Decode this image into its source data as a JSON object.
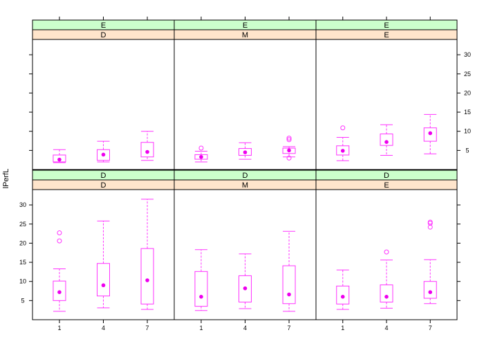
{
  "chart_data": {
    "type": "box",
    "ylabel": "lPerfL",
    "x_categories": [
      "1",
      "4",
      "7"
    ],
    "y_ticks": [
      5,
      10,
      15,
      20,
      25,
      30
    ],
    "ylim": [
      0,
      34
    ],
    "colors": {
      "box": "#ff33ff",
      "median_dot": "#ee00ee",
      "outer_strip": "#ccffcc",
      "inner_strip": "#ffe5cc"
    },
    "panels": [
      {
        "row": "top",
        "col": 1,
        "strip_outer": "E",
        "strip_inner": "D",
        "boxes": [
          {
            "x": "1",
            "low": 1.8,
            "q1": 2.0,
            "median": 2.6,
            "q3": 3.8,
            "high": 5.2,
            "outliers": []
          },
          {
            "x": "4",
            "low": 2.0,
            "q1": 2.4,
            "median": 3.9,
            "q3": 5.2,
            "high": 7.4,
            "outliers": []
          },
          {
            "x": "7",
            "low": 2.4,
            "q1": 3.3,
            "median": 4.6,
            "q3": 7.1,
            "high": 10.0,
            "outliers": []
          }
        ]
      },
      {
        "row": "top",
        "col": 2,
        "strip_outer": "E",
        "strip_inner": "M",
        "boxes": [
          {
            "x": "1",
            "low": 2.0,
            "q1": 2.7,
            "median": 3.3,
            "q3": 3.9,
            "high": 4.8,
            "outliers": [
              5.6
            ]
          },
          {
            "x": "4",
            "low": 2.7,
            "q1": 3.7,
            "median": 4.5,
            "q3": 5.5,
            "high": 7.0,
            "outliers": []
          },
          {
            "x": "7",
            "low": 3.3,
            "q1": 4.2,
            "median": 5.0,
            "q3": 5.6,
            "high": 6.0,
            "outliers": [
              3.0,
              7.8,
              8.2
            ]
          }
        ]
      },
      {
        "row": "top",
        "col": 3,
        "strip_outer": "E",
        "strip_inner": "E",
        "boxes": [
          {
            "x": "1",
            "low": 2.3,
            "q1": 3.8,
            "median": 4.9,
            "q3": 6.2,
            "high": 8.4,
            "outliers": [
              10.9
            ]
          },
          {
            "x": "4",
            "low": 3.7,
            "q1": 6.3,
            "median": 7.2,
            "q3": 9.3,
            "high": 11.7,
            "outliers": []
          },
          {
            "x": "7",
            "low": 4.1,
            "q1": 7.4,
            "median": 9.5,
            "q3": 10.9,
            "high": 14.4,
            "outliers": []
          }
        ]
      },
      {
        "row": "bottom",
        "col": 1,
        "strip_outer": "D",
        "strip_inner": "D",
        "boxes": [
          {
            "x": "1",
            "low": 2.2,
            "q1": 5.0,
            "median": 7.2,
            "q3": 10.1,
            "high": 13.3,
            "outliers": [
              20.6,
              22.7
            ]
          },
          {
            "x": "4",
            "low": 3.1,
            "q1": 6.2,
            "median": 9.0,
            "q3": 14.7,
            "high": 25.8,
            "outliers": []
          },
          {
            "x": "7",
            "low": 2.7,
            "q1": 4.1,
            "median": 10.3,
            "q3": 18.6,
            "high": 31.5,
            "outliers": []
          }
        ]
      },
      {
        "row": "bottom",
        "col": 2,
        "strip_outer": "D",
        "strip_inner": "M",
        "boxes": [
          {
            "x": "1",
            "low": 2.4,
            "q1": 3.5,
            "median": 6.0,
            "q3": 12.6,
            "high": 18.3,
            "outliers": []
          },
          {
            "x": "4",
            "low": 2.9,
            "q1": 4.6,
            "median": 8.2,
            "q3": 11.5,
            "high": 17.2,
            "outliers": []
          },
          {
            "x": "7",
            "low": 2.2,
            "q1": 4.2,
            "median": 6.6,
            "q3": 14.1,
            "high": 23.1,
            "outliers": []
          }
        ]
      },
      {
        "row": "bottom",
        "col": 3,
        "strip_outer": "D",
        "strip_inner": "E",
        "boxes": [
          {
            "x": "1",
            "low": 2.7,
            "q1": 4.1,
            "median": 6.0,
            "q3": 8.8,
            "high": 13.0,
            "outliers": []
          },
          {
            "x": "4",
            "low": 3.0,
            "q1": 4.6,
            "median": 6.0,
            "q3": 9.1,
            "high": 15.6,
            "outliers": [
              17.7
            ]
          },
          {
            "x": "7",
            "low": 4.2,
            "q1": 5.6,
            "median": 7.2,
            "q3": 10.0,
            "high": 15.7,
            "outliers": [
              24.2,
              25.2,
              25.5
            ]
          }
        ]
      }
    ]
  }
}
